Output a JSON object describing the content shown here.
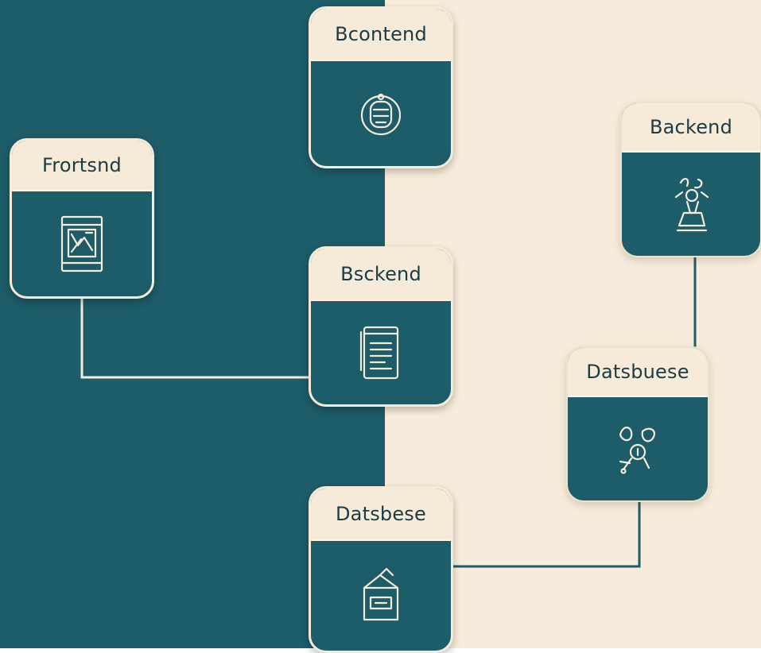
{
  "colors": {
    "teal": "#1d5c69",
    "cream": "#f7ecdb",
    "header": "#f6ebd8",
    "text": "#1b3b45",
    "line": "#f6ebd8",
    "line_dark": "#1d5c69"
  },
  "cards": {
    "top_center": {
      "label": "Bcontend",
      "icon": "helmet-icon"
    },
    "left_frontend": {
      "label": "Frortsnd",
      "icon": "window-chart-icon"
    },
    "middle_backend": {
      "label": "Bsckend",
      "icon": "document-icon"
    },
    "right_backend": {
      "label": "Backend",
      "icon": "figure-icon"
    },
    "right_database": {
      "label": "Datsbuese",
      "icon": "bug-icon"
    },
    "bottom_database": {
      "label": "Datsbese",
      "icon": "box-icon"
    }
  }
}
